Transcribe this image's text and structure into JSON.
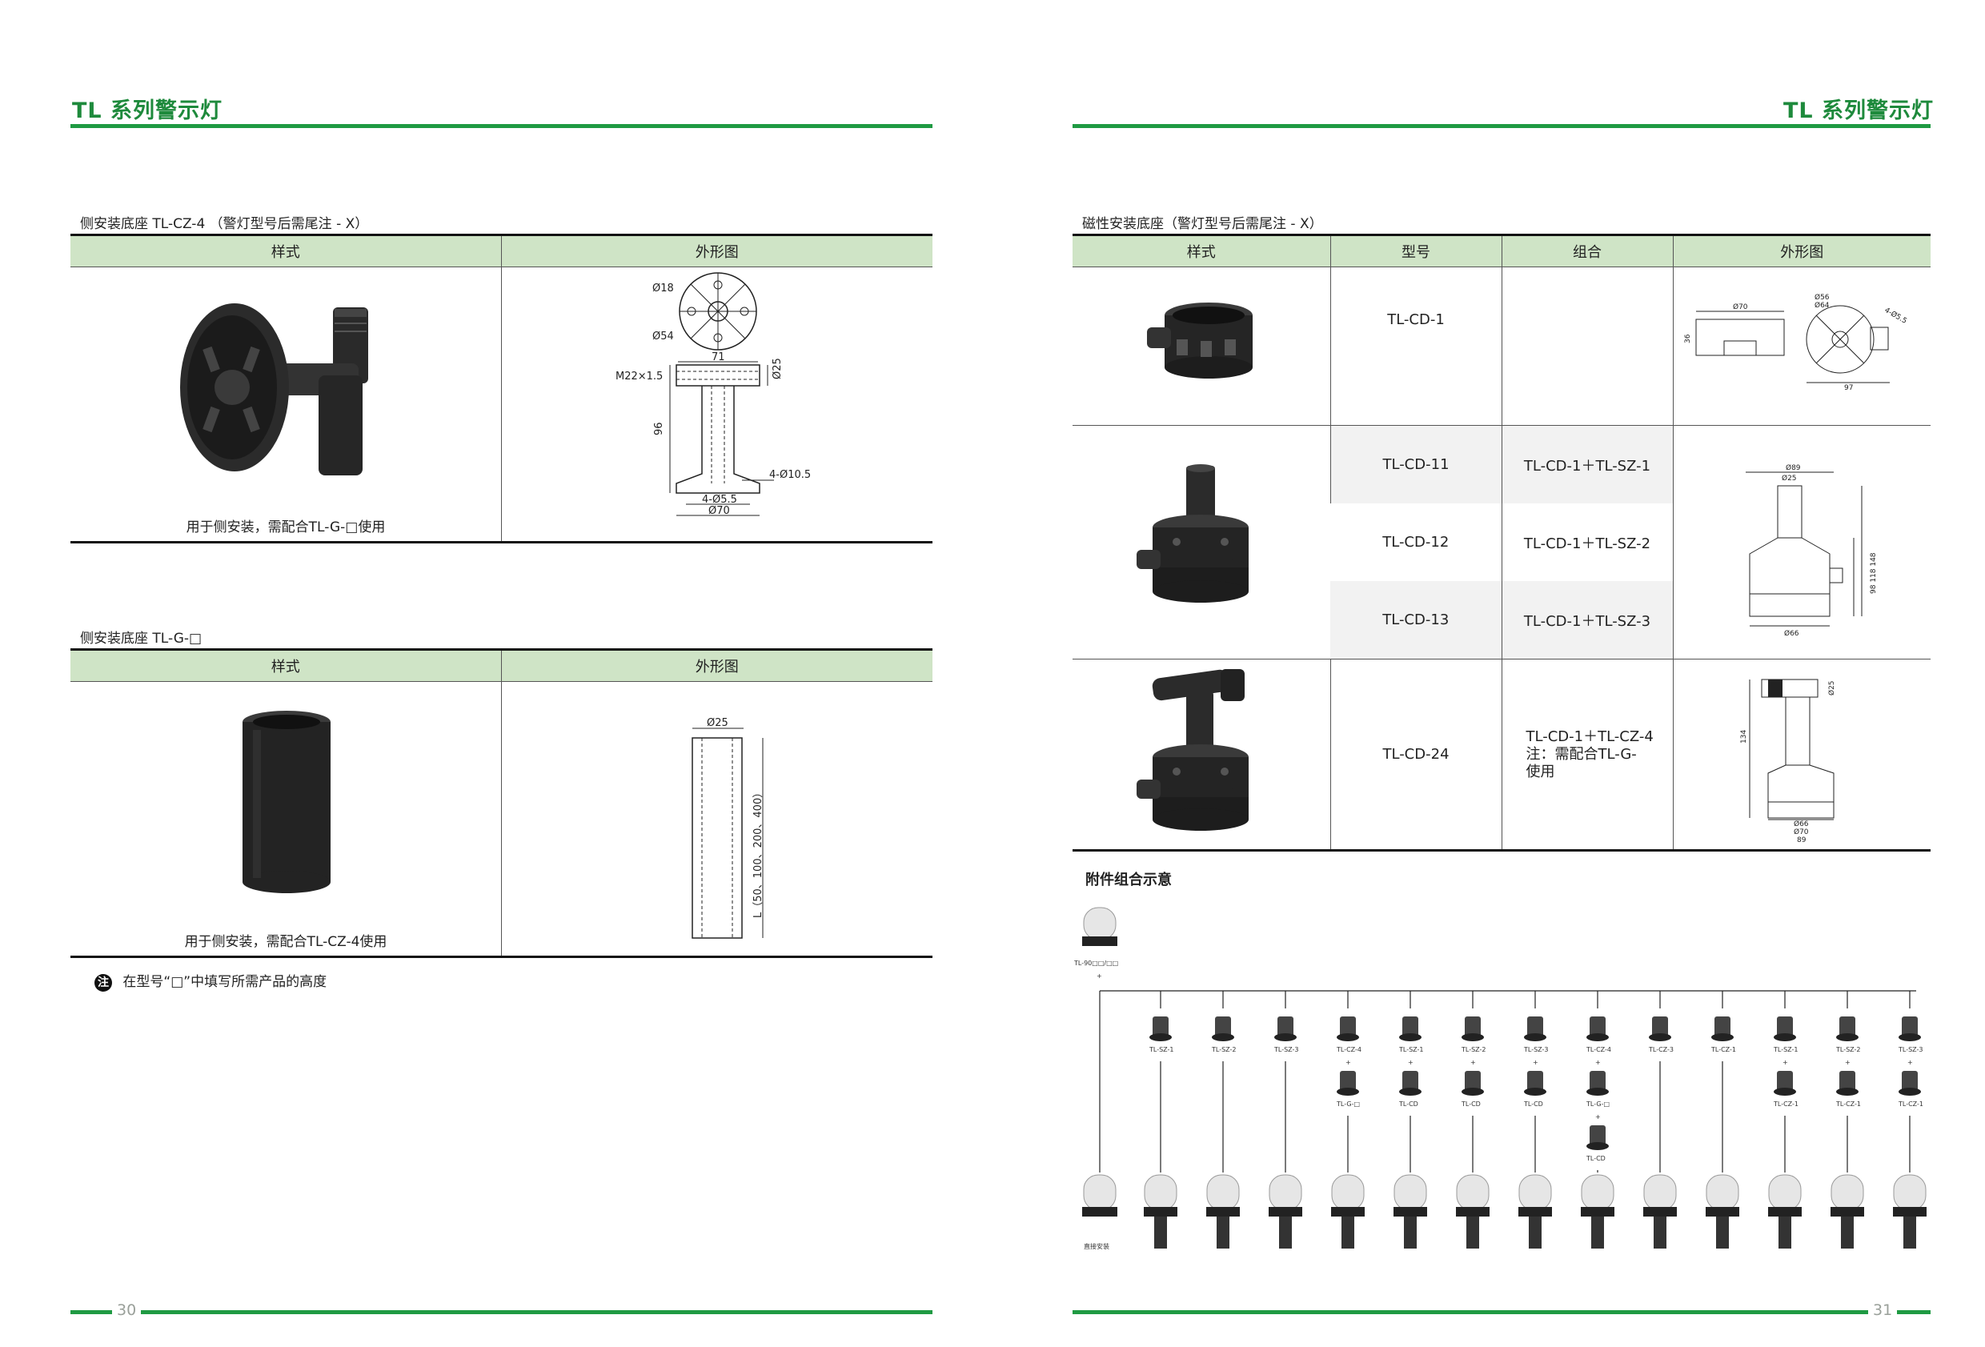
{
  "header": {
    "left_title": "TL 系列警示灯",
    "right_title": "TL 系列警示灯"
  },
  "left": {
    "section1": {
      "caption": "侧安装底座  TL-CZ-4  （警灯型号后需尾注 - X）",
      "col_style": "样式",
      "col_outline": "外形图",
      "usage": "用于侧安装，需配合TL-G-□使用",
      "dims": {
        "d18": "Ø18",
        "d54": "Ø54",
        "w71": "71",
        "m22": "M22×1.5",
        "h25": "Ø25",
        "h96": "96",
        "hole105": "4-Ø10.5",
        "hole55": "4-Ø5.5",
        "d70": "Ø70"
      }
    },
    "section2": {
      "caption": "侧安装底座  TL-G-□",
      "col_style": "样式",
      "col_outline": "外形图",
      "usage": "用于侧安装，需配合TL-CZ-4使用",
      "dims": {
        "d25": "Ø25",
        "length": "L（50、100、200、400）"
      }
    },
    "note": {
      "mark": "注",
      "text": "在型号“□”中填写所需产品的高度"
    },
    "page_number": "30"
  },
  "right": {
    "caption": "磁性安装底座（警灯型号后需尾注 - X）",
    "columns": [
      "样式",
      "型号",
      "组合",
      "外形图"
    ],
    "rows": [
      {
        "model": "TL-CD-1",
        "combo": ""
      },
      {
        "model": "TL-CD-11",
        "combo": "TL-CD-1＋TL-SZ-1"
      },
      {
        "model": "TL-CD-12",
        "combo": "TL-CD-1＋TL-SZ-2"
      },
      {
        "model": "TL-CD-13",
        "combo": "TL-CD-1＋TL-SZ-3"
      },
      {
        "model": "TL-CD-24",
        "combo": "TL-CD-1＋TL-CZ-4\n注：需配合TL-G-\n使用"
      }
    ],
    "dims": {
      "cd1": {
        "d70": "Ø70",
        "d56": "Ø56",
        "d64": "Ø64",
        "h36": "36",
        "w97": "97",
        "m": "4-Ø5.5"
      },
      "cd11": {
        "d89": "Ø89",
        "d25": "Ø25",
        "heights": "98  118  148",
        "d66": "Ø66"
      },
      "cd24": {
        "d25": "Ø25",
        "h134": "134",
        "d66": "Ø66",
        "d70": "Ø70",
        "w89": "89"
      }
    },
    "accessory": {
      "title": "附件组合示意",
      "lamp_label": "TL-90□□/□□",
      "plus": "+",
      "columns": [
        {
          "parts": [
            "TL-SZ-1"
          ],
          "bottom": ""
        },
        {
          "parts": [
            "TL-SZ-2"
          ],
          "bottom": ""
        },
        {
          "parts": [
            "TL-SZ-3"
          ],
          "bottom": ""
        },
        {
          "parts": [
            "TL-CZ-4",
            "TL-G-□"
          ],
          "bottom": ""
        },
        {
          "parts": [
            "TL-SZ-1",
            "TL-CD"
          ],
          "bottom": ""
        },
        {
          "parts": [
            "TL-SZ-2",
            "TL-CD"
          ],
          "bottom": ""
        },
        {
          "parts": [
            "TL-SZ-3",
            "TL-CD"
          ],
          "bottom": ""
        },
        {
          "parts": [
            "TL-CZ-4",
            "TL-G-□",
            "TL-CD"
          ],
          "bottom": ""
        },
        {
          "parts": [
            "TL-CZ-3"
          ],
          "bottom": ""
        },
        {
          "parts": [
            "TL-CZ-1"
          ],
          "bottom": ""
        },
        {
          "parts": [
            "TL-SZ-1",
            "TL-CZ-1"
          ],
          "bottom": ""
        },
        {
          "parts": [
            "TL-SZ-2",
            "TL-CZ-1"
          ],
          "bottom": ""
        },
        {
          "parts": [
            "TL-SZ-3",
            "TL-CZ-1"
          ],
          "bottom": ""
        }
      ],
      "direct_label": "直接安装"
    },
    "page_number": "31"
  },
  "colors": {
    "brand_green": "#1f9a43",
    "header_fill": "#cfe4c6",
    "lamp": "#e6e6e6",
    "part": "#222222"
  }
}
